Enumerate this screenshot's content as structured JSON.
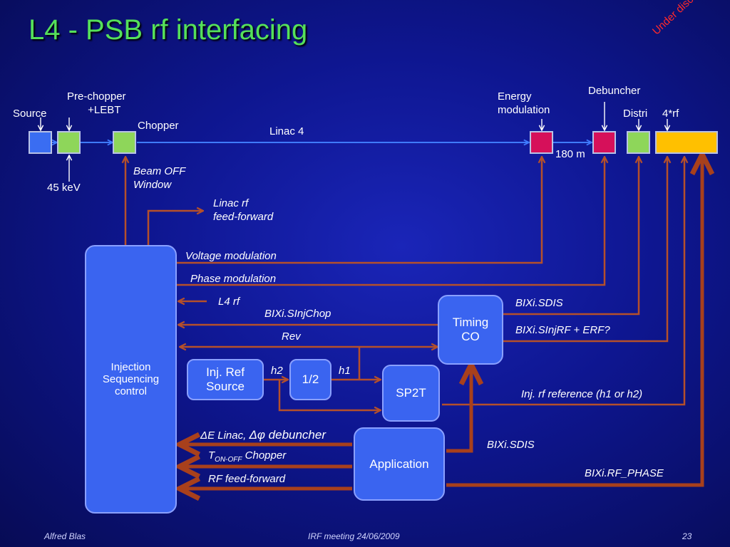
{
  "title": "L4 - PSB rf interfacing",
  "stamp": "Under discussion",
  "beamline": {
    "source": "Source",
    "prechopper_1": "Pre-chopper",
    "prechopper_2": "+LEBT",
    "kev": "45 keV",
    "chopper": "Chopper",
    "linac": "Linac 4",
    "energy_1": "Energy",
    "energy_2": "modulation",
    "debuncher": "Debuncher",
    "distri": "Distri",
    "four_rf": "4*rf",
    "distance": "180 m"
  },
  "labels": {
    "beam_off_1": "Beam OFF",
    "beam_off_2": "Window",
    "linac_rf_1": "Linac  rf",
    "linac_rf_2": "feed-forward",
    "voltage_mod": "Voltage modulation",
    "phase_mod": "Phase modulation",
    "l4rf": "L4 rf",
    "sinjchop": "BIXi.SInjChop",
    "rev": "Rev",
    "h2": "h2",
    "h1": "h1",
    "sdis1": "BIXi.SDIS",
    "sinjrf": "BIXi.SInjRF + ERF?",
    "injref": "Inj. rf reference (h1 or h2)",
    "sdis2": "BIXi.SDIS",
    "rfphase": "BIXi.RF_PHASE",
    "de_linac": "ΔE Linac, ",
    "dphi_deb": "Δφ debuncher",
    "t_on": "T",
    "t_sub": "ON-OFF",
    "t_rest": " Chopper",
    "rf_ff": "RF feed-forward"
  },
  "blocks": {
    "isc_1": "Injection",
    "isc_2": "Sequencing",
    "isc_3": "control",
    "timing_1": "Timing",
    "timing_2": "CO",
    "injref_1": "Inj. Ref",
    "injref_2": "Source",
    "half": "1/2",
    "sp2t": "SP2T",
    "application": "Application"
  },
  "footer": {
    "author": "Alfred Blas",
    "meeting": "IRF meeting  24/06/2009",
    "page": "23"
  },
  "colors": {
    "beam": "#3f7bff",
    "brown": "#b5502a",
    "brown_thick": "#a8401c",
    "blue_sq": "#3a6df2",
    "green_sq": "#8ed65a",
    "magenta_sq": "#d6105a",
    "yellow_sq": "#ffc000"
  }
}
